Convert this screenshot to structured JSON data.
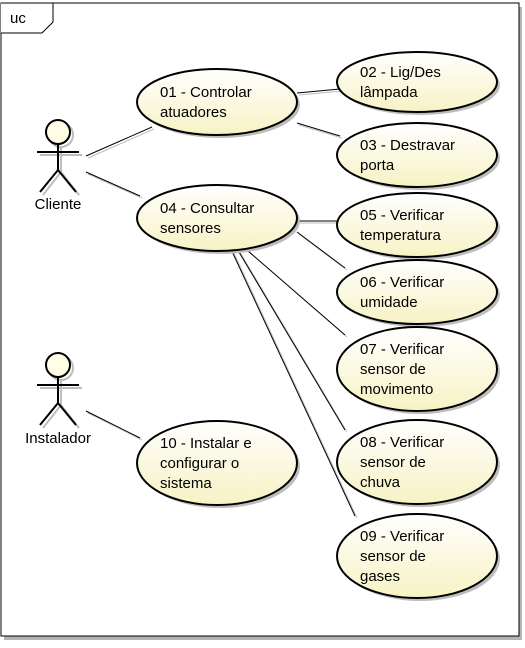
{
  "frame": {
    "label": "uc"
  },
  "actors": [
    {
      "id": "cliente",
      "name": "Cliente"
    },
    {
      "id": "instalador",
      "name": "Instalador"
    }
  ],
  "use_cases": [
    {
      "id": "uc01",
      "lines": [
        "01 - Controlar",
        "atuadores"
      ]
    },
    {
      "id": "uc02",
      "lines": [
        "02 - Lig/Des",
        "lâmpada"
      ]
    },
    {
      "id": "uc03",
      "lines": [
        "03 - Destravar",
        "porta"
      ]
    },
    {
      "id": "uc04",
      "lines": [
        "04 - Consultar",
        "sensores"
      ]
    },
    {
      "id": "uc05",
      "lines": [
        "05 - Verificar",
        "temperatura"
      ]
    },
    {
      "id": "uc06",
      "lines": [
        "06 - Verificar",
        "umidade"
      ]
    },
    {
      "id": "uc07",
      "lines": [
        "07 - Verificar",
        "sensor de",
        "movimento"
      ]
    },
    {
      "id": "uc08",
      "lines": [
        "08 - Verificar",
        "sensor de",
        "chuva"
      ]
    },
    {
      "id": "uc09",
      "lines": [
        "09 - Verificar",
        "sensor de",
        "gases"
      ]
    },
    {
      "id": "uc10",
      "lines": [
        "10 - Instalar e",
        "configurar o",
        "sistema"
      ]
    }
  ],
  "colors": {
    "usecase_fill": "#fdfbdc",
    "stroke": "#000000",
    "shadow": "#bdbdbd"
  }
}
